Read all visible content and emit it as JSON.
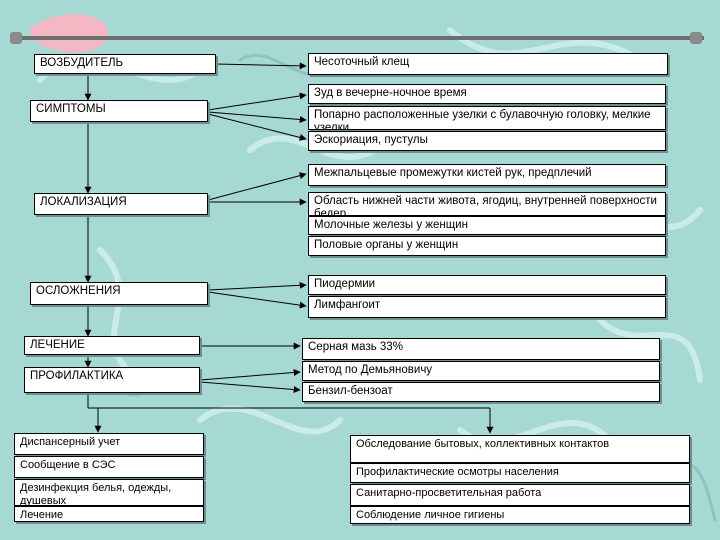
{
  "colors": {
    "background": "#a6d8d4",
    "box": "#ffffff",
    "line": "#000000"
  },
  "left": {
    "pathogen": "ВОЗБУДИТЕЛЬ",
    "symptoms": "СИМПТОМЫ",
    "location": "ЛОКАЛИЗАЦИЯ",
    "complications": "ОСЛОЖНЕНИЯ",
    "treatment": "ЛЕЧЕНИЕ",
    "prevention": "ПРОФИЛАКТИКА"
  },
  "right": {
    "pathogen_1": "Чесоточный клещ",
    "symptom_1": "Зуд в вечерне-ночное время",
    "symptom_2": "Попарно расположенные узелки с булавочную головку, мелкие узелки",
    "symptom_3": "Эскориация, пустулы",
    "location_1": "Межпальцевые промежутки кистей рук, предплечий",
    "location_2": "Область нижней части живота, ягодиц, внутренней поверхности бедер",
    "location_3": "Молочные железы у женщин",
    "location_4": "Половые органы у женщин",
    "complication_1": "Пиодермии",
    "complication_2": "Лимфангоит",
    "treatment_1": "Серная мазь 33%",
    "treatment_2": "Метод по Демьяновичу",
    "treatment_3": "Бензил-бензоат"
  },
  "bottom_left": [
    "Диспансерный учет",
    "Сообщение в СЭС",
    "Дезинфекция белья, одежды, душевых",
    "Лечение"
  ],
  "bottom_right": [
    "Обследование бытовых, коллективных контактов",
    "Профилактические осмотры населения",
    "Санитарно-просветительная работа",
    "Соблюдение личное гигиены"
  ]
}
